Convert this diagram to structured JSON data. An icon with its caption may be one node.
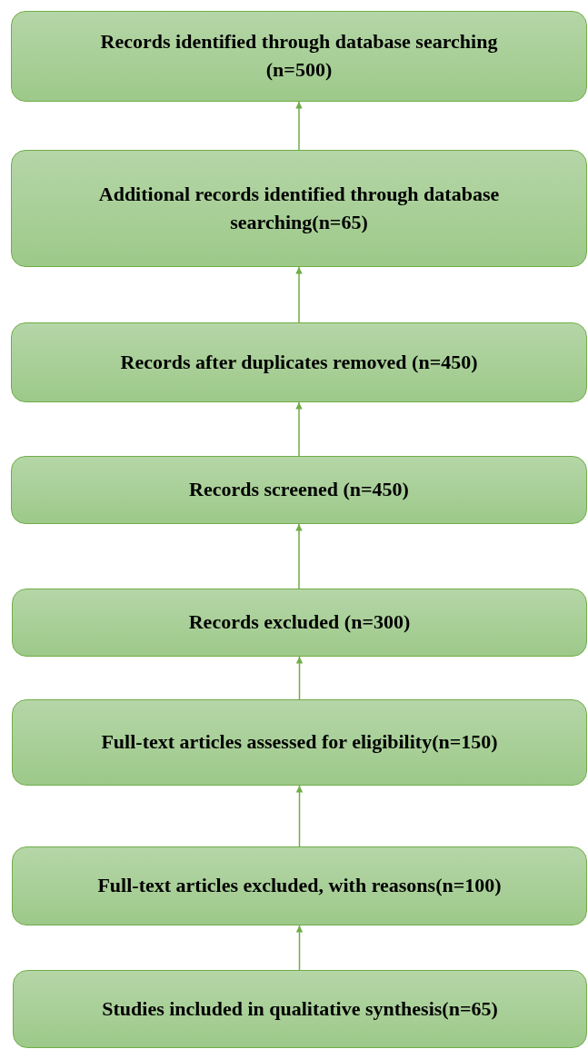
{
  "diagram": {
    "nodes": [
      {
        "text": [
          "Records identified through database searching (n=500)"
        ]
      },
      {
        "text": [
          "Additional records identified through database searching(n=65)"
        ]
      },
      {
        "text": [
          "Records after duplicates removed (n=450)"
        ]
      },
      {
        "text": [
          "Records screened (n=450)"
        ]
      },
      {
        "text": [
          "Records excluded (n=300)"
        ]
      },
      {
        "text": [
          "Full-text articles assessed for eligibility(n=150)"
        ]
      },
      {
        "text": [
          "Full-text articles excluded, with reasons(n=100)"
        ]
      },
      {
        "text": [
          "Studies included in qualitative synthesis(n=65)"
        ]
      }
    ],
    "edges": [
      {
        "from": 1,
        "to": 0,
        "arrow": "to"
      },
      {
        "from": 2,
        "to": 1,
        "arrow": "to"
      },
      {
        "from": 3,
        "to": 2,
        "arrow": "to"
      },
      {
        "from": 4,
        "to": 3,
        "arrow": "to"
      },
      {
        "from": 5,
        "to": 4,
        "arrow": "to"
      },
      {
        "from": 6,
        "to": 5,
        "arrow": "to"
      },
      {
        "from": 7,
        "to": 6,
        "arrow": "to"
      }
    ]
  }
}
